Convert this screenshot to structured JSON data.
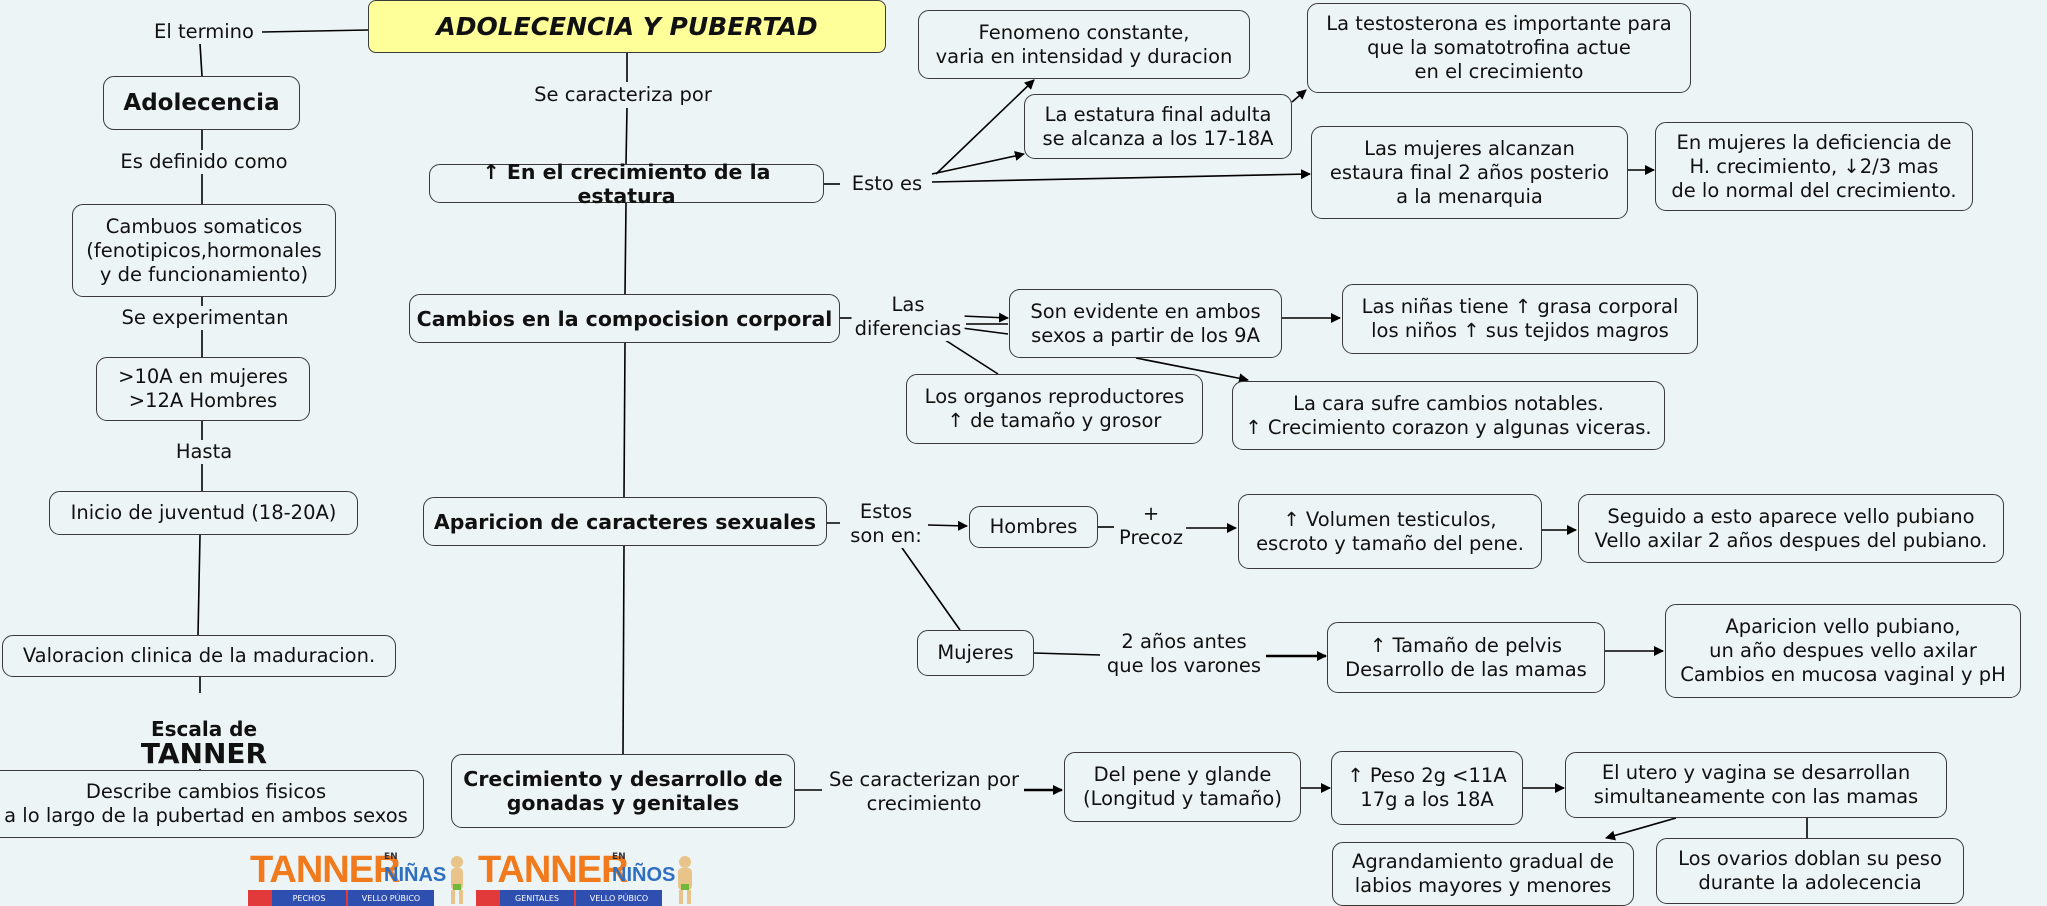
{
  "title": "ADOLECENCIA Y PUBERTAD",
  "left_branch": {
    "link_el_termino": "El termino",
    "adolecencia": "Adolecencia",
    "link_es_definido": "Es definido como",
    "cambios_somaticos": "Cambuos somaticos\n(fenotipicos,hormonales\ny de funcionamiento)",
    "link_se_experimentan": "Se experimentan",
    "edad_inicio": ">10A en mujeres\n>12A Hombres",
    "link_hasta": "Hasta",
    "inicio_juventud": "Inicio de juventud (18-20A)",
    "valoracion": "Valoracion  clinica de la maduracion.",
    "escala_prefix": "Escala de",
    "escala_name": "TANNER",
    "describe": "Describe cambios fisicos\na lo largo de la pubertad en ambos sexos"
  },
  "center": {
    "link_se_caracteriza": "Se caracteriza por",
    "estatura": "↑ En el crecimiento de la estatura",
    "composicion": "Cambios en la compocision corporal",
    "caracteres": "Aparicion de caracteres sexuales",
    "gonadas": "Crecimiento y desarrollo de\ngonadas y genitales"
  },
  "estatura_branch": {
    "link_esto_es": "Esto es",
    "fenomeno": "Fenomeno constante,\nvaria en intensidad y duracion",
    "estatura_final": "La estatura final adulta\nse alcanza a los 17-18A",
    "testosterona": "La testosterona es importante para\nque la somatotrofina actue\nen el crecimiento",
    "mujeres_estatura": "Las mujeres alcanzan\nestaura final 2 años posterio\na la menarquia",
    "deficiencia": "En mujeres la deficiencia de\nH. crecimiento, ↓2/3 mas\nde lo normal del crecimiento."
  },
  "composicion_branch": {
    "link_diferencias": "Las\ndiferencias",
    "evidente": "Son evidente en ambos\nsexos a partir de los 9A",
    "grasa": "Las niñas tiene ↑ grasa corporal\nlos niños ↑ sus tejidos magros",
    "organos": "Los organos reproductores\n↑ de tamaño y grosor",
    "cara": "La cara sufre cambios notables.\n↑ Crecimiento corazon y algunas viceras."
  },
  "caracteres_branch": {
    "link_estos_son": "Estos\nson en:",
    "hombres": "Hombres",
    "link_precoz": "+\nPrecoz",
    "volumen": "↑ Volumen testiculos,\nescroto y tamaño del pene.",
    "vello_h": "Seguido a esto aparece vello pubiano\nVello axilar 2 años despues del pubiano.",
    "mujeres": "Mujeres",
    "link_2anos": "2 años antes\nque los varones",
    "pelvis": "↑ Tamaño de pelvis\nDesarrollo de las mamas",
    "vello_m": "Aparicion vello pubiano,\nun año despues vello axilar\nCambios en mucosa vaginal y pH"
  },
  "gonadas_branch": {
    "link_se_caracterizan": "Se caracterizan por\ncrecimiento",
    "pene": "Del pene y glande\n(Longitud y tamaño)",
    "peso": "↑ Peso 2g <11A\n17g a los 18A",
    "utero": "El utero y vagina se desarrollan\nsimultaneamente con las mamas",
    "labios": "Agrandamiento gradual de\nlabios mayores y menores",
    "ovarios": "Los ovarios doblan su peso\ndurante la adolecencia"
  },
  "thumbnails": [
    {
      "word": "TANNER",
      "en": "EN",
      "gender": "NIÑAS",
      "cells": [
        "",
        "PECHOS",
        "VELLO PÚBICO"
      ]
    },
    {
      "word": "TANNER",
      "en": "EN",
      "gender": "NIÑOS",
      "cells": [
        "",
        "GENITALES",
        "VELLO PÚBICO"
      ]
    }
  ],
  "colors": {
    "background": "#edf4f5",
    "title_fill": "#ffff99",
    "border": "#3a3a3a",
    "tanner_orange": "#f07a1c",
    "tanner_blue": "#2f6fc1"
  }
}
